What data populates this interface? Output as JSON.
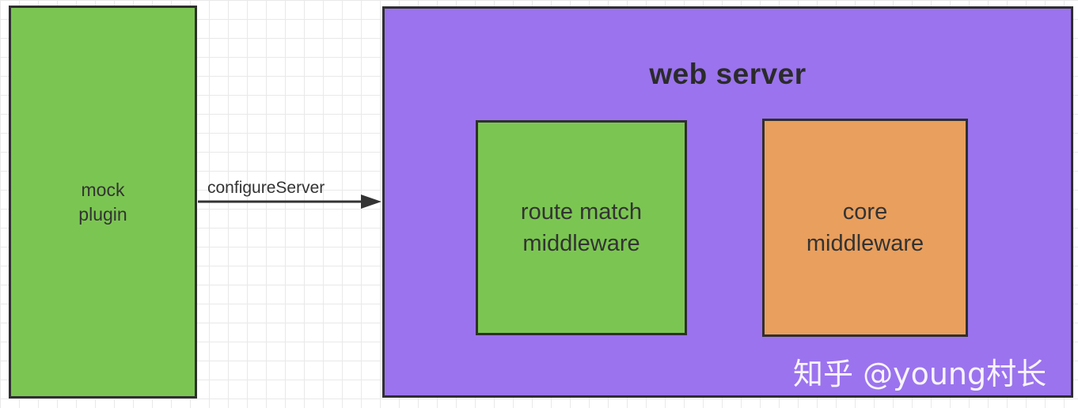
{
  "nodes": {
    "mock_plugin": {
      "line1": "mock",
      "line2": "plugin",
      "fill": "#7bc652"
    },
    "web_server": {
      "title": "web server",
      "fill": "#9b73ee"
    },
    "route_match": {
      "line1": "route match",
      "line2": "middleware",
      "fill": "#7bc652"
    },
    "core": {
      "line1": "core",
      "line2": "middleware",
      "fill": "#e99f5d"
    }
  },
  "edges": [
    {
      "from": "mock_plugin",
      "to": "web_server",
      "label": "configureServer"
    }
  ],
  "watermark": "知乎 @young村长"
}
